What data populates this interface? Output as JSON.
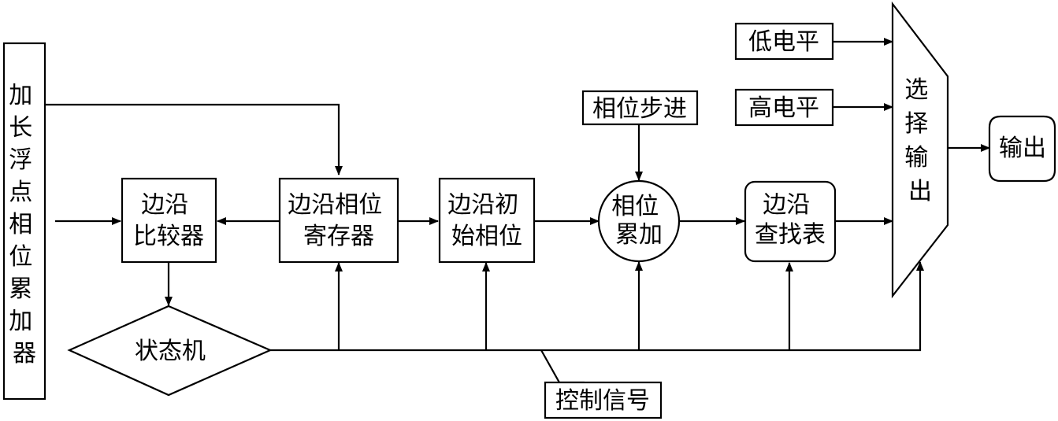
{
  "blocks": {
    "accumulator": [
      "加",
      "长",
      "浮",
      "点",
      "相",
      "位",
      "累",
      "加",
      "器"
    ],
    "edge_comparator": [
      "边沿",
      "比较器"
    ],
    "edge_phase_register": [
      "边沿相位",
      "寄存器"
    ],
    "edge_initial_phase": [
      "边沿初",
      "始相位"
    ],
    "phase_step": "相位步进",
    "phase_accumulate": [
      "相位",
      "累加"
    ],
    "edge_lookup_table": [
      "边沿",
      "查找表"
    ],
    "state_machine": "状态机",
    "control_signal": "控制信号",
    "low_level": "低电平",
    "high_level": "高电平",
    "select_output": [
      "选",
      "择",
      "输",
      "出"
    ],
    "output": "输出"
  }
}
